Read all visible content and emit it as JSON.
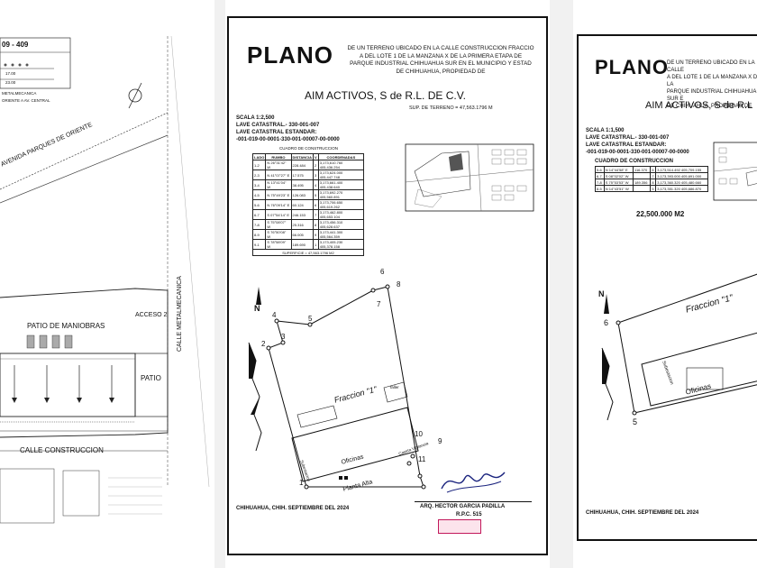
{
  "left_sheet": {
    "street_corner": "09 - 409",
    "street_parques": "AVENIDA PARQUES DE ORIENTE",
    "street_metalmecanica": "CALLE METALMECANICA",
    "street_construccion": "CALLE CONSTRUCCION",
    "patio_maniobras": "PATIO DE MANIOBRAS",
    "acceso": "ACCESO 2",
    "patio": "PATIO",
    "note_1": "METALMECANICA",
    "note_2": "ORIENTE A AV. CENTRAL",
    "value_1": "17.00",
    "value_2": "23.00"
  },
  "center_sheet": {
    "title": "PLANO",
    "description_lines": [
      "DE UN TERRENO UBICADO EN LA CALLE CONSTRUCCION FRACCIO",
      "A DEL LOTE 1 DE LA MANZANA X DE LA PRIMERA ETAPA DE",
      "PARQUE INDUSTRIAL CHIHUAHUA SUR EN EL MUNICIPIO Y ESTAD",
      "DE CHIHUAHUA, PROPIEDAD DE"
    ],
    "owner": "AIM ACTIVOS, S de R.L. DE C.V.",
    "superficie": "SUP. DE TERRENO = 47,563.1796 M",
    "escala": "SCALA 1:2,500",
    "clave_catastral": "LAVE CATASTRAL.- 330-001-007",
    "clave_estandar": "LAVE CATASTRAL ESTANDAR:",
    "clave_estandar_value": "-001-019-00-0001-330-001-00007-00-0000",
    "cuadro_title": "CUADRO DE CONSTRUCCION",
    "cuadro_headers": [
      "LADO",
      "RUMBO",
      "DISTANCIA",
      "V",
      "COORDENADAS"
    ],
    "cuadro_rows": [
      [
        "1-2",
        "N 26°31'42\" W",
        "228.484",
        "2",
        "3,173,610.760  405,436.254"
      ],
      [
        "2-3",
        "N 41°07'27\" E",
        "17.575",
        "3",
        "3,173,624.000  405,447.748"
      ],
      [
        "3-4",
        "N 13°41'04\" W",
        "38.495",
        "4",
        "3,173,661.400  405,438.640"
      ],
      [
        "4-5",
        "N 75°49'23\" E",
        "126.083",
        "5",
        "3,173,692.270  405,560.891"
      ],
      [
        "5-6",
        "N 76°09'14\" E",
        "60.124",
        "6",
        "3,173,706.650  405,619.262"
      ],
      [
        "6-7",
        "S 07°54'14\" E",
        "246.153",
        "7",
        "3,173,462.800  405,653.104"
      ],
      [
        "7-8",
        "S 75°08'07\" W",
        "25.316",
        "8",
        "3,173,456.310  405,628.637"
      ],
      [
        "8-9",
        "S 76°50'08\" W",
        "66.005",
        "9",
        "3,173,441.300  405,564.359"
      ],
      [
        "9-1",
        "S 78°58'09\" W",
        "189.690",
        "1",
        "3,173,405.230  405,378.158"
      ]
    ],
    "superficie_table": "SUPERFICIE = 47,563.1796 M2",
    "fraccion": "Fraccion \"1\"",
    "oficinas": "Oficinas",
    "planta_alta": "Planta Alta",
    "subestacion": "Subestacion",
    "caseta": "Caseta Vigilancia",
    "taller": "Taller",
    "footer_date": "CHIHUAHUA, CHIH. SEPTIEMBRE DEL 2024",
    "signer": "ARQ. HECTOR GARCIA PADILLA",
    "rpc": "R.P.C. 515",
    "north": "N",
    "vertices": [
      "1",
      "2",
      "3",
      "4",
      "5",
      "6",
      "7",
      "8",
      "9",
      "10",
      "11"
    ]
  },
  "right_sheet": {
    "title": "PLANO",
    "description_lines": [
      "DE UN TERRENO UBICADO EN LA CALLE",
      "A DEL LOTE 1 DE LA MANZANA X DE LA",
      "PARQUE INDUSTRIAL CHIHUAHUA SUR E",
      "DE CHIHUAHUA, PROPIEDAD DE"
    ],
    "owner": "AIM ACTIVOS, S de R.L",
    "escala": "SCALA 1:1,500",
    "clave_catastral": "LAVE CATASTRAL.- 330-001-007",
    "clave_estandar": "LAVE CATASTRAL ESTANDAR:",
    "clave_estandar_value": "-001-019-00-0001-330-001-00007-00-0000",
    "cuadro_title": "CUADRO DE CONSTRUCCION",
    "cuadro_rows": [
      [
        "5-6",
        "N 14°44'58\" E",
        "116.370",
        "6",
        "3,173,514.492  405,709.155"
      ],
      [
        "6-7",
        "S 08°02'02\" W",
        "",
        "7",
        "3,173,393.000  405,691.000"
      ],
      [
        "7-8",
        "S 75°53'53\" W",
        "189.356",
        "8",
        "3,173,360.320  405,480.660"
      ],
      [
        "8-5",
        "N 14°43'51\" W",
        "",
        "5",
        "3,173,351.320  405,686.870"
      ]
    ],
    "superficie_table": "22,500.000 M2",
    "fraccion": "Fraccion \"1\"",
    "oficinas": "Oficinas",
    "subestacion": "Subestacion",
    "footer_date": "CHIHUAHUA, CHIH. SEPTIEMBRE DEL 2024",
    "north": "N",
    "vertex_6": "6",
    "vertex_5": "5"
  }
}
